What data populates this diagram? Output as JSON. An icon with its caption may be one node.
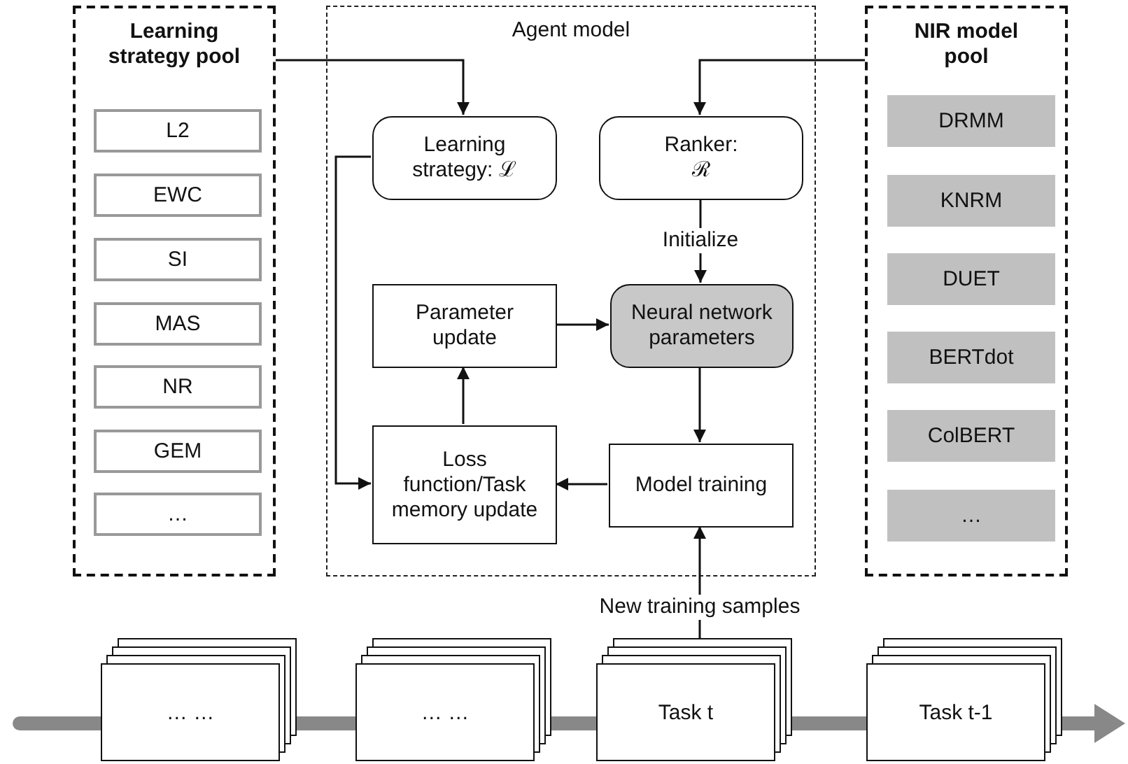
{
  "diagram": {
    "nodes": [
      {
        "text": [
          "Learning strategy pool"
        ]
      },
      {
        "text": [
          "L2"
        ],
        "in": 0
      },
      {
        "text": [
          "EWC"
        ],
        "in": 0
      },
      {
        "text": [
          "SI"
        ],
        "in": 0
      },
      {
        "text": [
          "MAS"
        ],
        "in": 0
      },
      {
        "text": [
          "NR"
        ],
        "in": 0
      },
      {
        "text": [
          "GEM"
        ],
        "in": 0
      },
      {
        "text": [
          "…"
        ],
        "in": 0
      },
      {
        "text": [
          "Agent model"
        ]
      },
      {
        "text": [
          "Learning strategy: ℒ"
        ],
        "in": 8
      },
      {
        "text": [
          "Ranker: ℛ"
        ],
        "in": 8
      },
      {
        "text": [
          "Parameter update"
        ],
        "in": 8
      },
      {
        "text": [
          "Neural network parameters"
        ],
        "in": 8
      },
      {
        "text": [
          "Loss function/Task memory update"
        ],
        "in": 8
      },
      {
        "text": [
          "Model training"
        ],
        "in": 8
      },
      {
        "text": [
          "NIR model pool"
        ]
      },
      {
        "text": [
          "DRMM"
        ],
        "in": 15
      },
      {
        "text": [
          "KNRM"
        ],
        "in": 15
      },
      {
        "text": [
          "DUET"
        ],
        "in": 15
      },
      {
        "text": [
          "BERTdot"
        ],
        "in": 15
      },
      {
        "text": [
          "ColBERT"
        ],
        "in": 15
      },
      {
        "text": [
          "…"
        ],
        "in": 15
      },
      {
        "text": [
          "… …"
        ]
      },
      {
        "text": [
          "… …"
        ]
      },
      {
        "text": [
          "Task t"
        ]
      },
      {
        "text": [
          "Task t-1"
        ]
      }
    ],
    "edges": [
      {
        "from": 0,
        "to": 9,
        "arrow": "to"
      },
      {
        "from": 15,
        "to": 10,
        "arrow": "to"
      },
      {
        "from": 10,
        "to": 12,
        "arrow": "to",
        "label": "Initialize"
      },
      {
        "from": 11,
        "to": 12,
        "arrow": "to"
      },
      {
        "from": 12,
        "to": 14,
        "arrow": "to"
      },
      {
        "from": 14,
        "to": 13,
        "arrow": "to"
      },
      {
        "from": 13,
        "to": 11,
        "arrow": "to"
      },
      {
        "from": 9,
        "to": 13,
        "arrow": "to"
      },
      {
        "from": 24,
        "to": 14,
        "arrow": "to",
        "label": "New training samples"
      }
    ]
  }
}
